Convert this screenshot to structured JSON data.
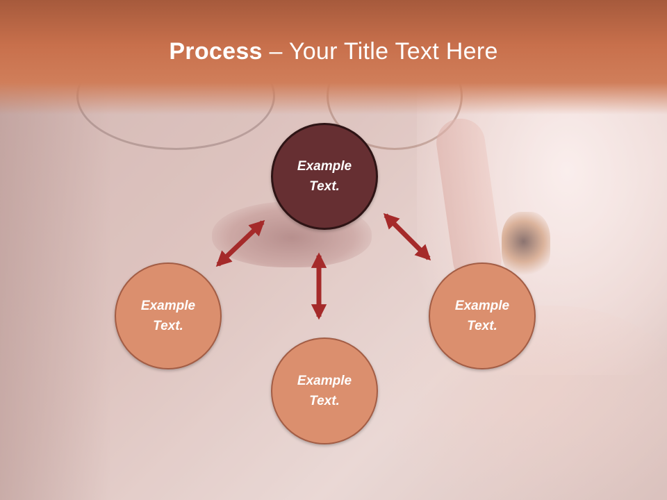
{
  "slide": {
    "title_bold": "Process",
    "title_rest": " – Your Title Text Here"
  },
  "diagram": {
    "nodes": [
      {
        "id": "top",
        "label_line1": "Example",
        "label_line2": "Text.",
        "style": "dark"
      },
      {
        "id": "left",
        "label_line1": "Example",
        "label_line2": "Text.",
        "style": "light"
      },
      {
        "id": "bottom",
        "label_line1": "Example",
        "label_line2": "Text.",
        "style": "light"
      },
      {
        "id": "right",
        "label_line1": "Example",
        "label_line2": "Text.",
        "style": "light"
      }
    ],
    "connections": [
      {
        "from": "top",
        "to": "left",
        "type": "double-arrow"
      },
      {
        "from": "top",
        "to": "bottom",
        "type": "double-arrow"
      },
      {
        "from": "top",
        "to": "right",
        "type": "double-arrow"
      }
    ]
  },
  "colors": {
    "title_band": "#c8704c",
    "node_light": "#db8f6e",
    "node_dark": "#662f32",
    "arrow": "#a52a2a"
  }
}
